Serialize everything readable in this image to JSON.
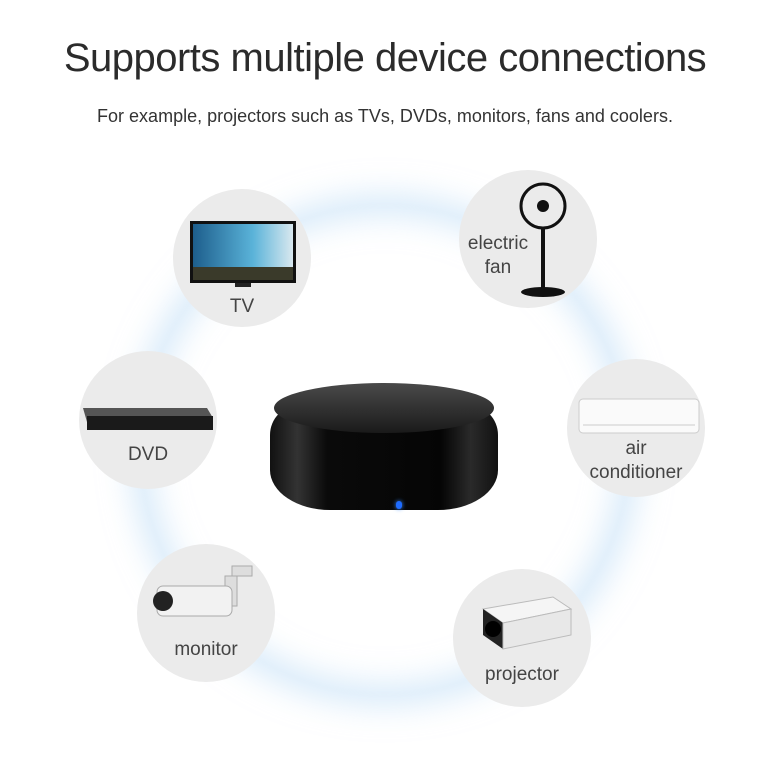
{
  "header": {
    "title": "Supports multiple device connections",
    "subtitle": "For example, projectors such as TVs, DVDs, monitors, fans and coolers."
  },
  "devices": [
    {
      "label": "TV",
      "icon": "tv-icon"
    },
    {
      "label_line1": "electric",
      "label_line2": "fan",
      "icon": "fan-icon"
    },
    {
      "label": "DVD",
      "icon": "dvd-player-icon"
    },
    {
      "label_line1": "air",
      "label_line2": "conditioner",
      "icon": "air-conditioner-icon"
    },
    {
      "label": "monitor",
      "icon": "security-camera-icon"
    },
    {
      "label": "projector",
      "icon": "projector-icon"
    }
  ],
  "colors": {
    "ring_glow": "#bedcf5",
    "led": "#1e6bff",
    "bubble": "#ebebeb"
  }
}
